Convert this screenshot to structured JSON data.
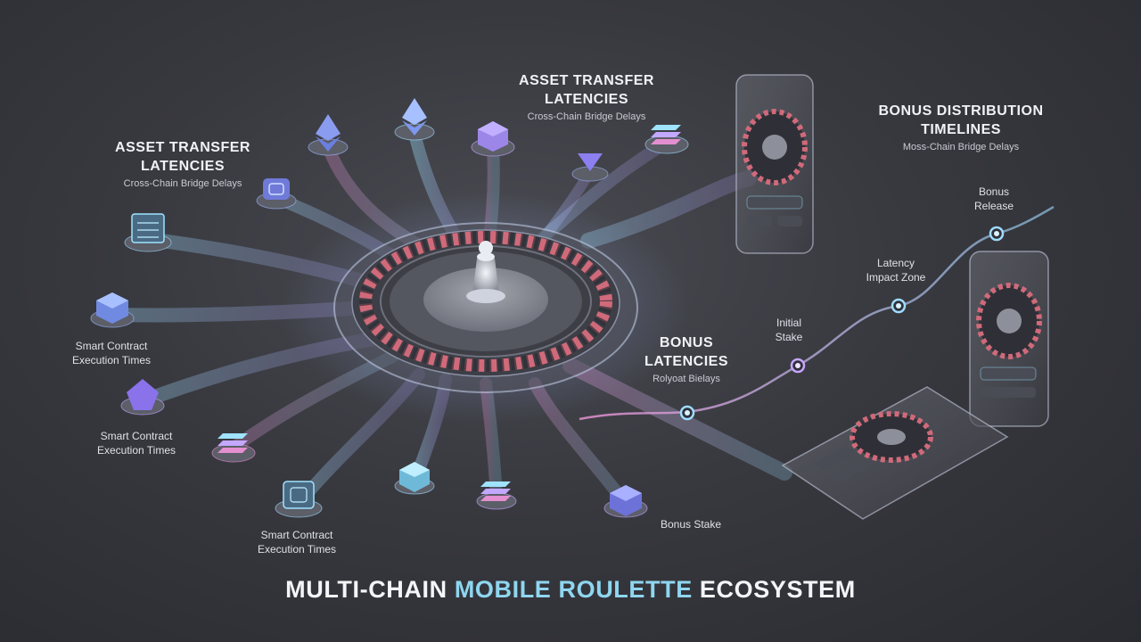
{
  "title": {
    "part1": "MULTI-CHAIN ",
    "part2": "MOBILE ROULETTE",
    "part3": " ECOSYSTEM"
  },
  "labels": {
    "asset_transfer_top": {
      "heading_line1": "ASSET TRANSFER",
      "heading_line2": "LATENCIES",
      "sub": "Cross-Chain Bridge Delays"
    },
    "asset_transfer_left": {
      "heading_line1": "ASSET TRANSFER",
      "heading_line2": "LATENCIES",
      "sub": "Cross-Chain Bridge Delays"
    },
    "bonus_distribution": {
      "heading_line1": "BONUS DISTRIBUTION",
      "heading_line2": "TIMELINES",
      "sub": "Moss-Chain Bridge Delays"
    },
    "bonus_latencies": {
      "heading_line1": "BONUS",
      "heading_line2": "LATENCIES",
      "sub": "Rolyoat Bielays"
    },
    "smart_contract_1": {
      "line1": "Smart Contract",
      "line2": "Execution Times"
    },
    "smart_contract_2": {
      "line1": "Smart Contract",
      "line2": "Execution Times"
    },
    "smart_contract_3": {
      "line1": "Smart Contract",
      "line2": "Execution Times"
    },
    "bonus_stake": "Bonus Stake"
  },
  "timeline": {
    "points": [
      {
        "line1": "Initial",
        "line2": "Stake"
      },
      {
        "line1": "Latency",
        "line2": "Impact Zone"
      },
      {
        "line1": "Bonus",
        "line2": "Release"
      }
    ]
  },
  "colors": {
    "background": "#38393f",
    "accent_cyan": "#8fd6f0",
    "accent_purple": "#a98cf5",
    "accent_pink": "#e48fd0",
    "wheel_red": "#d06a7a",
    "wheel_dark": "#2c2d34"
  },
  "icons": [
    "ethereum-icon",
    "ethereum-icon",
    "cube-icon",
    "solana-icon",
    "polygon-icon",
    "chip-icon",
    "circuit-cube-icon",
    "cube-icon",
    "polygon-icon",
    "solana-icon",
    "circuit-cube-icon",
    "cube-icon",
    "solana-icon",
    "cube-icon"
  ]
}
